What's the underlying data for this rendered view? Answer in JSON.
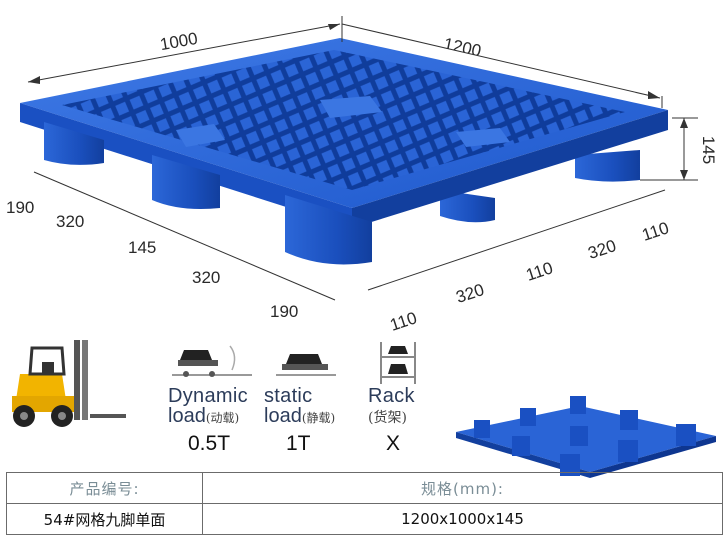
{
  "dimensions": {
    "length_top_left": "1000",
    "length_top_right": "1200",
    "height_right": "145",
    "left_side": [
      "190",
      "320",
      "145",
      "320",
      "190"
    ],
    "right_side": [
      "110",
      "320",
      "110",
      "320",
      "110"
    ]
  },
  "loads": [
    {
      "title": "Dynamic",
      "sub": "load",
      "sub_cn": "(动载)",
      "value": "0.5T"
    },
    {
      "title": "static",
      "sub": "load",
      "sub_cn": "(静载)",
      "value": "1T"
    },
    {
      "title": "Rack",
      "sub": "",
      "sub_cn": "(货架)",
      "value": "X"
    }
  ],
  "table": {
    "header_code": "产品编号:",
    "header_spec": "规格(mm):",
    "code": "54#网格九脚单面",
    "spec": "1200x1000x145"
  },
  "colors": {
    "pallet_blue": "#1f5fd6",
    "pallet_dark": "#123f9e",
    "pallet_light": "#4d86ee",
    "forklift_yellow": "#f2b400"
  }
}
